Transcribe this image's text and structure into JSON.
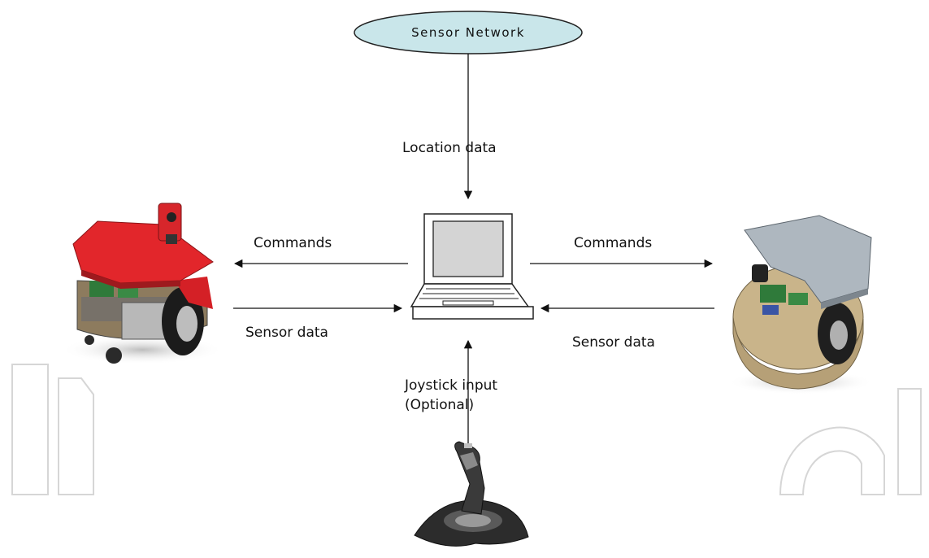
{
  "diagram": {
    "sensor_network": "Sensor Network",
    "location_data": "Location data",
    "left_commands": "Commands",
    "left_sensor_data": "Sensor data",
    "right_commands": "Commands",
    "right_sensor_data": "Sensor data",
    "joystick_line1": "Joystick input",
    "joystick_line2": "(Optional)"
  },
  "colors": {
    "ellipse_fill": "#c9e6ea",
    "robot_left_plate": "#e2262b",
    "robot_right_plate": "#aeb7bf",
    "robot_right_base": "#c9b48a",
    "watermark": "#d0d0d0"
  },
  "icons": [
    "laptop-icon",
    "red-robot-image",
    "gray-robot-image",
    "joystick-image"
  ]
}
